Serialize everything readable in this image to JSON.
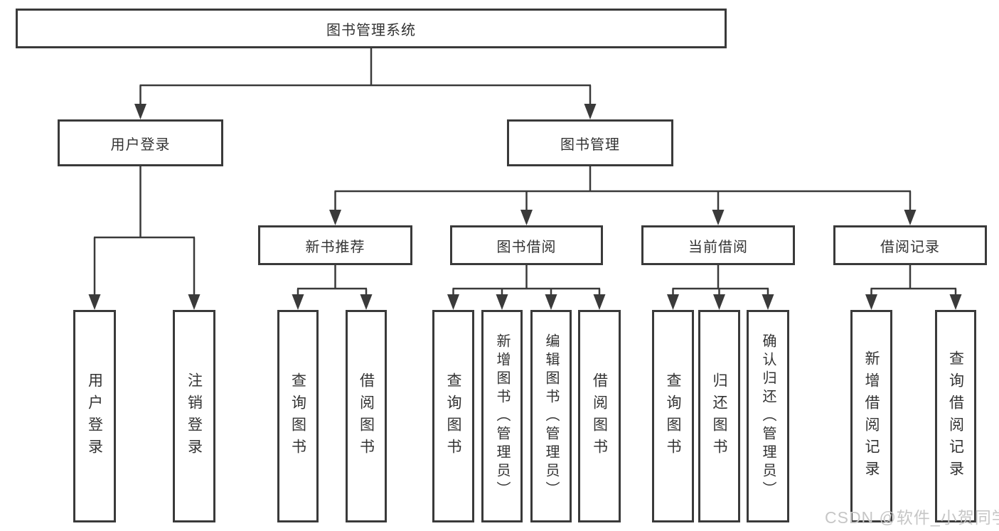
{
  "tree": {
    "label": "图书管理系统",
    "children": [
      {
        "label": "用户登录",
        "children": [
          {
            "label": "用户登录"
          },
          {
            "label": "注销登录"
          }
        ]
      },
      {
        "label": "图书管理",
        "children": [
          {
            "label": "新书推荐",
            "children": [
              {
                "label": "查询图书"
              },
              {
                "label": "借阅图书"
              }
            ]
          },
          {
            "label": "图书借阅",
            "children": [
              {
                "label": "查询图书"
              },
              {
                "label": "新增图书（管理员）"
              },
              {
                "label": "编辑图书（管理员）"
              },
              {
                "label": "借阅图书"
              }
            ]
          },
          {
            "label": "当前借阅",
            "children": [
              {
                "label": "查询图书"
              },
              {
                "label": "归还图书"
              },
              {
                "label": "确认归还（管理员）"
              }
            ]
          },
          {
            "label": "借阅记录",
            "children": [
              {
                "label": "新增借阅记录"
              },
              {
                "label": "查询借阅记录"
              }
            ]
          }
        ]
      }
    ]
  },
  "watermark": "CSDN @软件_小贺同学",
  "colors": {
    "line": "#3a3a3a",
    "text": "#333333",
    "watermark": "#c6c6c6",
    "background": "#ffffff"
  }
}
